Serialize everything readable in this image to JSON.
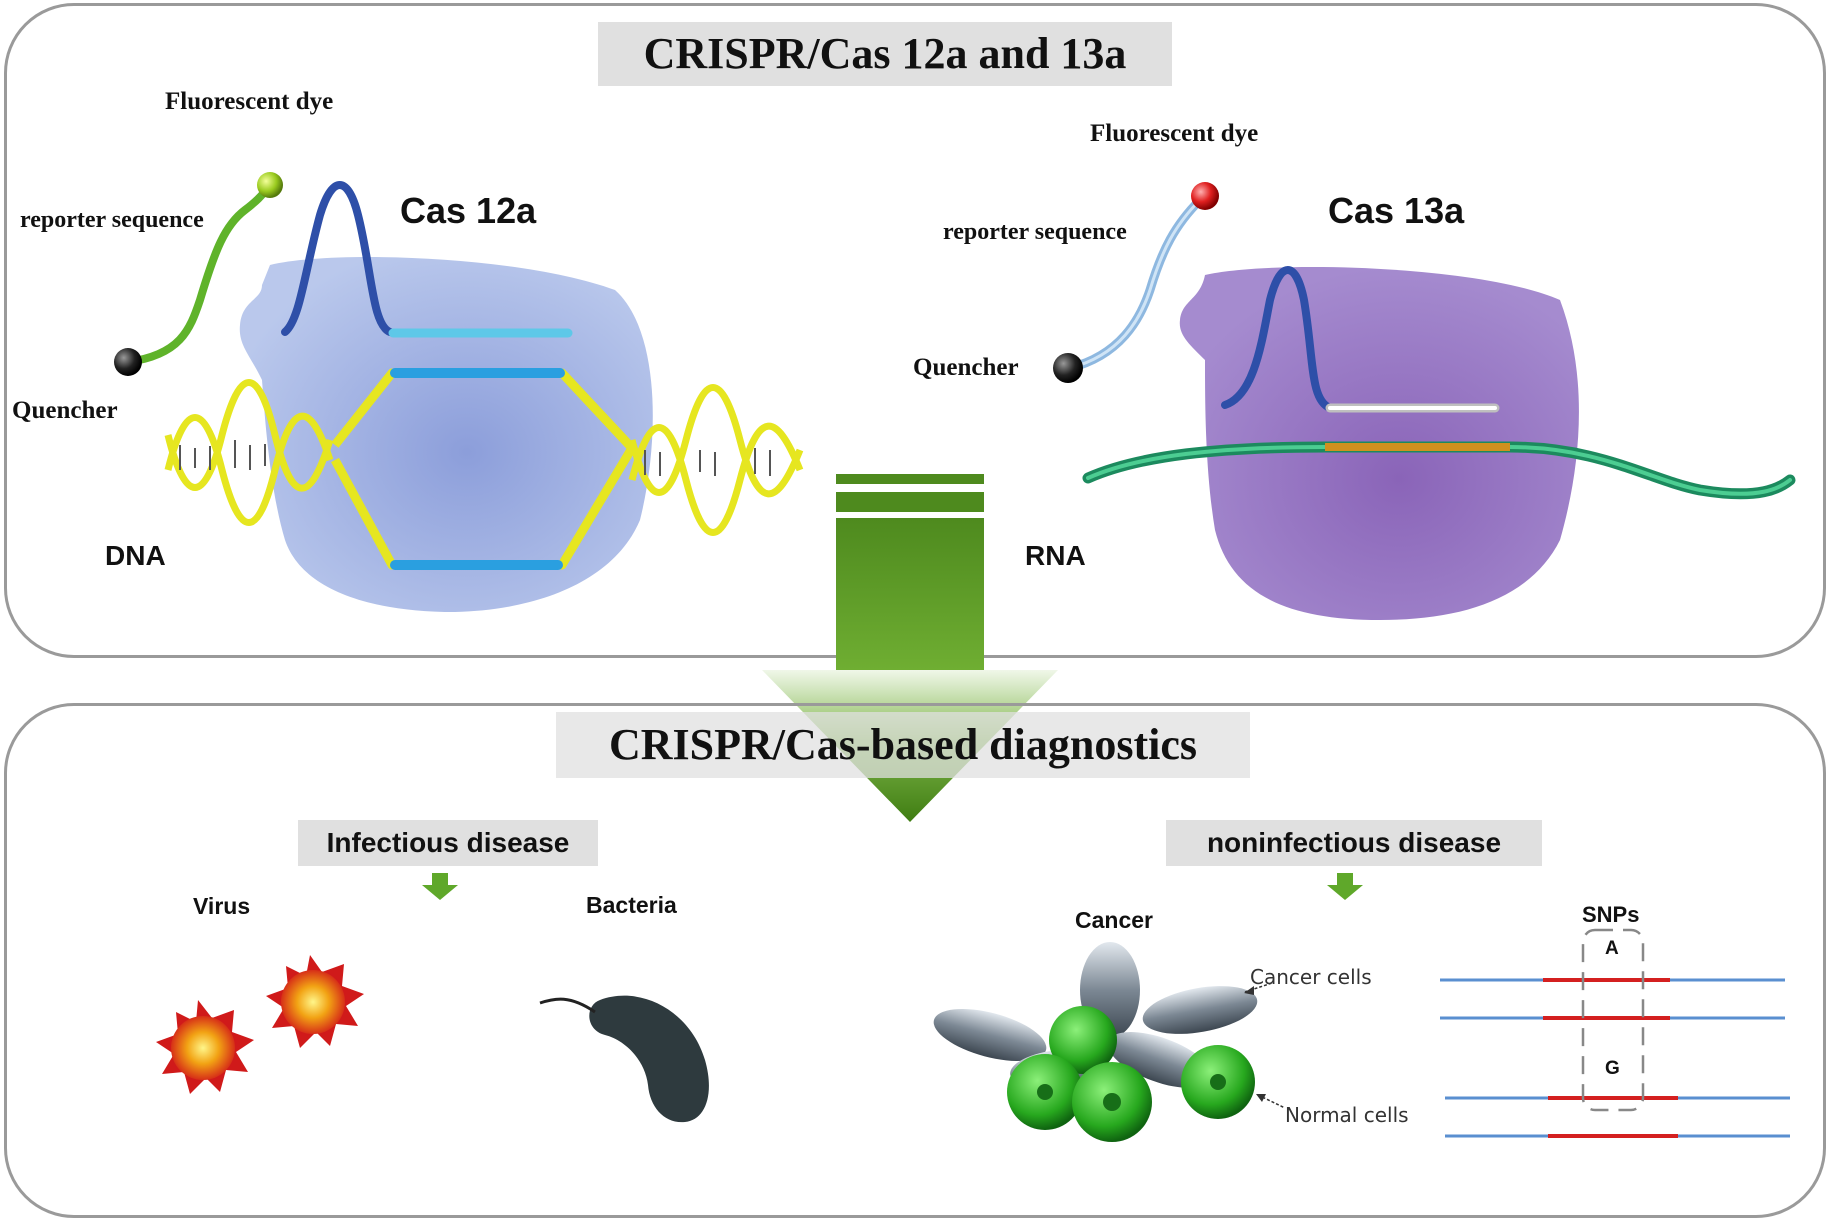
{
  "top": {
    "title": "CRISPR/Cas 12a and 13a",
    "cas12a": {
      "name": "Cas 12a",
      "fluorescent_dye": "Fluorescent dye",
      "reporter": "reporter sequence",
      "quencher": "Quencher",
      "nucleic_acid": "DNA"
    },
    "cas13a": {
      "name": "Cas 13a",
      "fluorescent_dye": "Fluorescent dye",
      "reporter": "reporter sequence",
      "quencher": "Quencher",
      "nucleic_acid": "RNA"
    }
  },
  "bottom": {
    "title": "CRISPR/Cas-based diagnostics",
    "infectious": {
      "label": "Infectious disease",
      "virus": "Virus",
      "bacteria": "Bacteria"
    },
    "noninfectious": {
      "label": "noninfectious disease",
      "cancer": "Cancer",
      "cancer_cells": "Cancer cells",
      "normal_cells": "Normal cells",
      "snps": "SNPs",
      "allele_a": "A",
      "allele_g": "G"
    }
  },
  "colors": {
    "panel_border": "#9a9a9a",
    "title_bg": "#e0e0e0",
    "cas12a_protein": "#9fb2e4",
    "cas13a_protein": "#9a7fc4",
    "arrow_green": "#5a9a28",
    "dna_yellow": "#e8e82a",
    "guide_blue": "#2e4fa8",
    "snp_red": "#d42020",
    "snp_blue": "#5a8fd0"
  }
}
